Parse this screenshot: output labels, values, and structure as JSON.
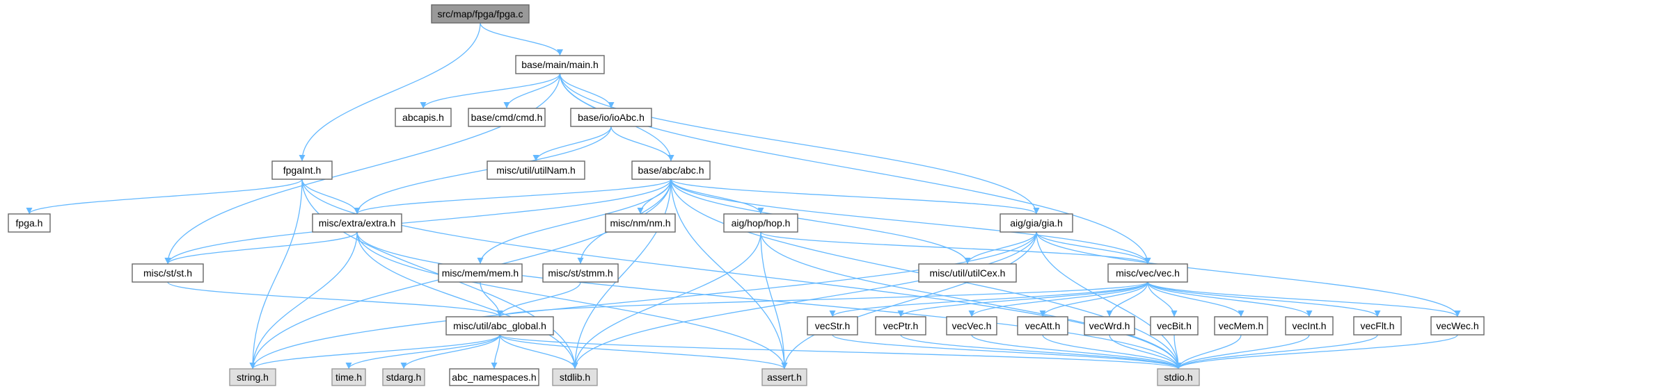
{
  "colors": {
    "edge": "#63b8ff",
    "root_fill": "#999999",
    "root_stroke": "#666666",
    "node_fill": "#ffffff",
    "node_stroke": "#666666",
    "system_fill": "#e0e0e0",
    "system_stroke": "#999999"
  },
  "nodes": [
    {
      "id": "fpga_c",
      "label": "src/map/fpga/fpga.c",
      "kind": "root"
    },
    {
      "id": "main_h",
      "label": "base/main/main.h",
      "kind": "file"
    },
    {
      "id": "fpgaInt_h",
      "label": "fpgaInt.h",
      "kind": "file"
    },
    {
      "id": "abcapis_h",
      "label": "abcapis.h",
      "kind": "file"
    },
    {
      "id": "cmd_h",
      "label": "base/cmd/cmd.h",
      "kind": "file"
    },
    {
      "id": "ioAbc_h",
      "label": "base/io/ioAbc.h",
      "kind": "file"
    },
    {
      "id": "utilNam_h",
      "label": "misc/util/utilNam.h",
      "kind": "file"
    },
    {
      "id": "abc_h",
      "label": "base/abc/abc.h",
      "kind": "file"
    },
    {
      "id": "fpga_h",
      "label": "fpga.h",
      "kind": "file"
    },
    {
      "id": "extra_h",
      "label": "misc/extra/extra.h",
      "kind": "file"
    },
    {
      "id": "nm_h",
      "label": "misc/nm/nm.h",
      "kind": "file"
    },
    {
      "id": "hop_h",
      "label": "aig/hop/hop.h",
      "kind": "file"
    },
    {
      "id": "gia_h",
      "label": "aig/gia/gia.h",
      "kind": "file"
    },
    {
      "id": "st_h",
      "label": "misc/st/st.h",
      "kind": "file"
    },
    {
      "id": "mem_h",
      "label": "misc/mem/mem.h",
      "kind": "file"
    },
    {
      "id": "stmm_h",
      "label": "misc/st/stmm.h",
      "kind": "file"
    },
    {
      "id": "utilCex_h",
      "label": "misc/util/utilCex.h",
      "kind": "file"
    },
    {
      "id": "vec_h",
      "label": "misc/vec/vec.h",
      "kind": "file"
    },
    {
      "id": "abc_global_h",
      "label": "misc/util/abc_global.h",
      "kind": "file"
    },
    {
      "id": "vecStr_h",
      "label": "vecStr.h",
      "kind": "file"
    },
    {
      "id": "vecPtr_h",
      "label": "vecPtr.h",
      "kind": "file"
    },
    {
      "id": "vecVec_h",
      "label": "vecVec.h",
      "kind": "file"
    },
    {
      "id": "vecAtt_h",
      "label": "vecAtt.h",
      "kind": "file"
    },
    {
      "id": "vecWrd_h",
      "label": "vecWrd.h",
      "kind": "file"
    },
    {
      "id": "vecBit_h",
      "label": "vecBit.h",
      "kind": "file"
    },
    {
      "id": "vecMem_h",
      "label": "vecMem.h",
      "kind": "file"
    },
    {
      "id": "vecInt_h",
      "label": "vecInt.h",
      "kind": "file"
    },
    {
      "id": "vecFlt_h",
      "label": "vecFlt.h",
      "kind": "file"
    },
    {
      "id": "vecWec_h",
      "label": "vecWec.h",
      "kind": "file"
    },
    {
      "id": "string_h",
      "label": "string.h",
      "kind": "system"
    },
    {
      "id": "time_h",
      "label": "time.h",
      "kind": "system"
    },
    {
      "id": "stdarg_h",
      "label": "stdarg.h",
      "kind": "system"
    },
    {
      "id": "abc_namespaces_h",
      "label": "abc_namespaces.h",
      "kind": "file"
    },
    {
      "id": "stdlib_h",
      "label": "stdlib.h",
      "kind": "system"
    },
    {
      "id": "assert_h",
      "label": "assert.h",
      "kind": "system"
    },
    {
      "id": "stdio_h",
      "label": "stdio.h",
      "kind": "system"
    }
  ],
  "edges": [
    [
      "fpga_c",
      "main_h"
    ],
    [
      "fpga_c",
      "fpgaInt_h"
    ],
    [
      "main_h",
      "abcapis_h"
    ],
    [
      "main_h",
      "cmd_h"
    ],
    [
      "main_h",
      "ioAbc_h"
    ],
    [
      "main_h",
      "abc_h"
    ],
    [
      "main_h",
      "gia_h"
    ],
    [
      "main_h",
      "vec_h"
    ],
    [
      "main_h",
      "st_h"
    ],
    [
      "ioAbc_h",
      "utilNam_h"
    ],
    [
      "ioAbc_h",
      "abc_h"
    ],
    [
      "ioAbc_h",
      "extra_h"
    ],
    [
      "fpgaInt_h",
      "fpga_h"
    ],
    [
      "fpgaInt_h",
      "extra_h"
    ],
    [
      "fpgaInt_h",
      "string_h"
    ],
    [
      "fpgaInt_h",
      "stdlib_h"
    ],
    [
      "fpgaInt_h",
      "stdio_h"
    ],
    [
      "abc_h",
      "extra_h"
    ],
    [
      "abc_h",
      "nm_h"
    ],
    [
      "abc_h",
      "hop_h"
    ],
    [
      "abc_h",
      "gia_h"
    ],
    [
      "abc_h",
      "st_h"
    ],
    [
      "abc_h",
      "mem_h"
    ],
    [
      "abc_h",
      "stmm_h"
    ],
    [
      "abc_h",
      "utilCex_h"
    ],
    [
      "abc_h",
      "vec_h"
    ],
    [
      "abc_h",
      "string_h"
    ],
    [
      "abc_h",
      "stdlib_h"
    ],
    [
      "abc_h",
      "assert_h"
    ],
    [
      "abc_h",
      "stdio_h"
    ],
    [
      "extra_h",
      "st_h"
    ],
    [
      "extra_h",
      "string_h"
    ],
    [
      "extra_h",
      "stdlib_h"
    ],
    [
      "extra_h",
      "assert_h"
    ],
    [
      "extra_h",
      "stdio_h"
    ],
    [
      "hop_h",
      "vec_h"
    ],
    [
      "hop_h",
      "stdlib_h"
    ],
    [
      "hop_h",
      "assert_h"
    ],
    [
      "hop_h",
      "stdio_h"
    ],
    [
      "gia_h",
      "utilCex_h"
    ],
    [
      "gia_h",
      "vec_h"
    ],
    [
      "gia_h",
      "vecWec_h"
    ],
    [
      "gia_h",
      "string_h"
    ],
    [
      "gia_h",
      "stdlib_h"
    ],
    [
      "gia_h",
      "assert_h"
    ],
    [
      "gia_h",
      "stdio_h"
    ],
    [
      "st_h",
      "abc_global_h"
    ],
    [
      "mem_h",
      "abc_global_h"
    ],
    [
      "stmm_h",
      "abc_global_h"
    ],
    [
      "vec_h",
      "abc_global_h"
    ],
    [
      "vec_h",
      "vecStr_h"
    ],
    [
      "vec_h",
      "vecPtr_h"
    ],
    [
      "vec_h",
      "vecVec_h"
    ],
    [
      "vec_h",
      "vecAtt_h"
    ],
    [
      "vec_h",
      "vecWrd_h"
    ],
    [
      "vec_h",
      "vecBit_h"
    ],
    [
      "vec_h",
      "vecMem_h"
    ],
    [
      "vec_h",
      "vecInt_h"
    ],
    [
      "vec_h",
      "vecFlt_h"
    ],
    [
      "vec_h",
      "vecWec_h"
    ],
    [
      "abc_global_h",
      "string_h"
    ],
    [
      "abc_global_h",
      "time_h"
    ],
    [
      "abc_global_h",
      "stdarg_h"
    ],
    [
      "abc_global_h",
      "abc_namespaces_h"
    ],
    [
      "abc_global_h",
      "stdlib_h"
    ],
    [
      "abc_global_h",
      "assert_h"
    ],
    [
      "abc_global_h",
      "stdio_h"
    ],
    [
      "vecStr_h",
      "stdio_h"
    ],
    [
      "vecPtr_h",
      "stdio_h"
    ],
    [
      "vecVec_h",
      "stdio_h"
    ],
    [
      "vecAtt_h",
      "stdio_h"
    ],
    [
      "vecWrd_h",
      "stdio_h"
    ],
    [
      "vecBit_h",
      "stdio_h"
    ],
    [
      "vecMem_h",
      "stdio_h"
    ],
    [
      "vecInt_h",
      "stdio_h"
    ],
    [
      "vecFlt_h",
      "stdio_h"
    ],
    [
      "vecWec_h",
      "stdio_h"
    ]
  ]
}
